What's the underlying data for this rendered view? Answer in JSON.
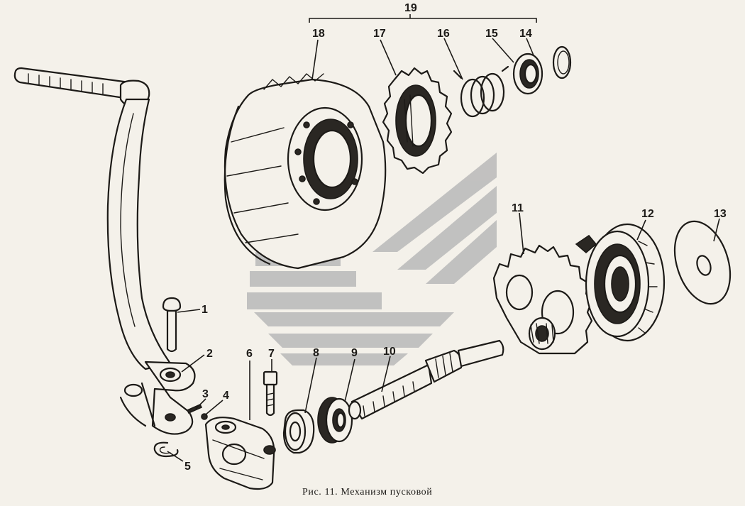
{
  "caption": "Рис. 11. Механизм пусковой",
  "colors": {
    "ink": "#1c1a17",
    "paper": "#f4f1ea",
    "watermark": "#b9b9b9"
  },
  "labels": {
    "p1": "1",
    "p2": "2",
    "p3": "3",
    "p4": "4",
    "p5": "5",
    "p6": "6",
    "p7": "7",
    "p8": "8",
    "p9": "9",
    "p10": "10",
    "p11": "11",
    "p12": "12",
    "p13": "13",
    "p14": "14",
    "p15": "15",
    "p16": "16",
    "p17": "17",
    "p18": "18",
    "p19": "19"
  }
}
